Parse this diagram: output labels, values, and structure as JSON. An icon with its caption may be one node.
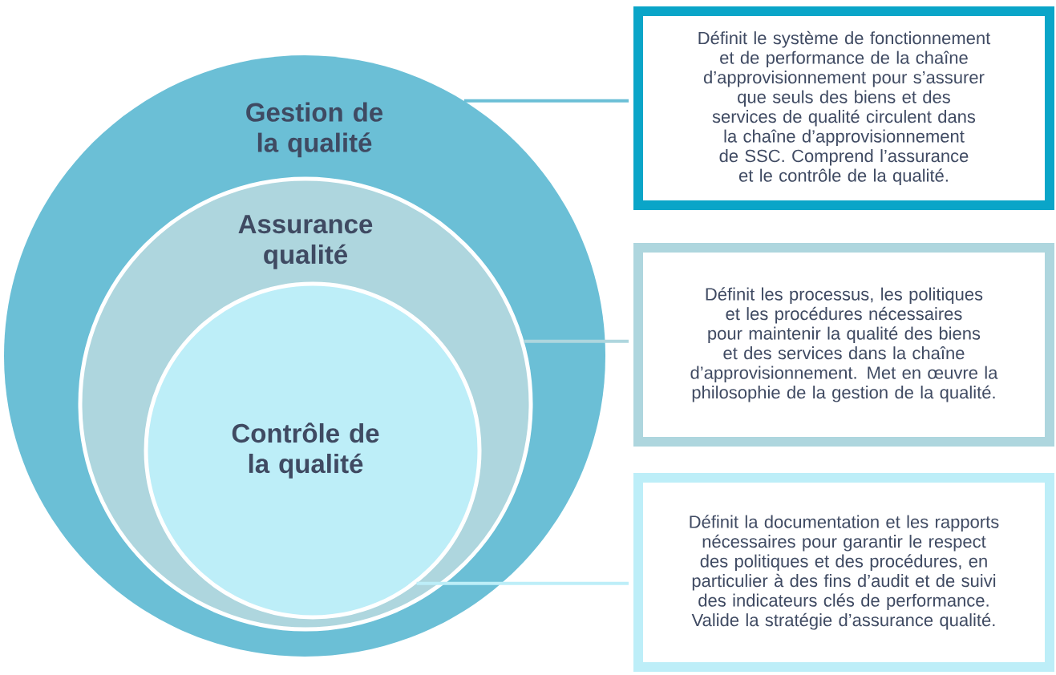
{
  "diagram": {
    "nodes": [
      {
        "text": [
          "Gestion de la qualité"
        ]
      },
      {
        "text": [
          "Assurance qualité"
        ],
        "in": 0
      },
      {
        "text": [
          "Contrôle de la qualité"
        ],
        "in": 1
      },
      {
        "text": [
          "Définit le système de fonctionnement et de performance de la chaîne d’approvisionnement pour s’assurer que seuls des biens et des services de qualité circulent dans la chaîne d’approvisionnement de SSC. Comprend l’assurance et le contrôle de la qualité."
        ]
      },
      {
        "text": [
          "Définit les processus, les politiques et les procédures nécessaires pour maintenir la qualité des biens et des services dans la chaîne d’approvisionnement. Met en œuvre la philosophie de la gestion de la qualité."
        ]
      },
      {
        "text": [
          "Définit la documentation et les rapports nécessaires pour garantir le respect des politiques et des procédures, en particulier à des fins d’audit et de suivi des indicateurs clés de performance. Valide la stratégie d’assurance qualité."
        ]
      }
    ],
    "edges": [
      {
        "from": 0,
        "to": 3,
        "arrow": "none",
        "color": "#6bbfd6"
      },
      {
        "from": 1,
        "to": 4,
        "arrow": "none",
        "color": "#aed6de"
      },
      {
        "from": 2,
        "to": 5,
        "arrow": "none",
        "color": "#bdeef8"
      }
    ]
  }
}
